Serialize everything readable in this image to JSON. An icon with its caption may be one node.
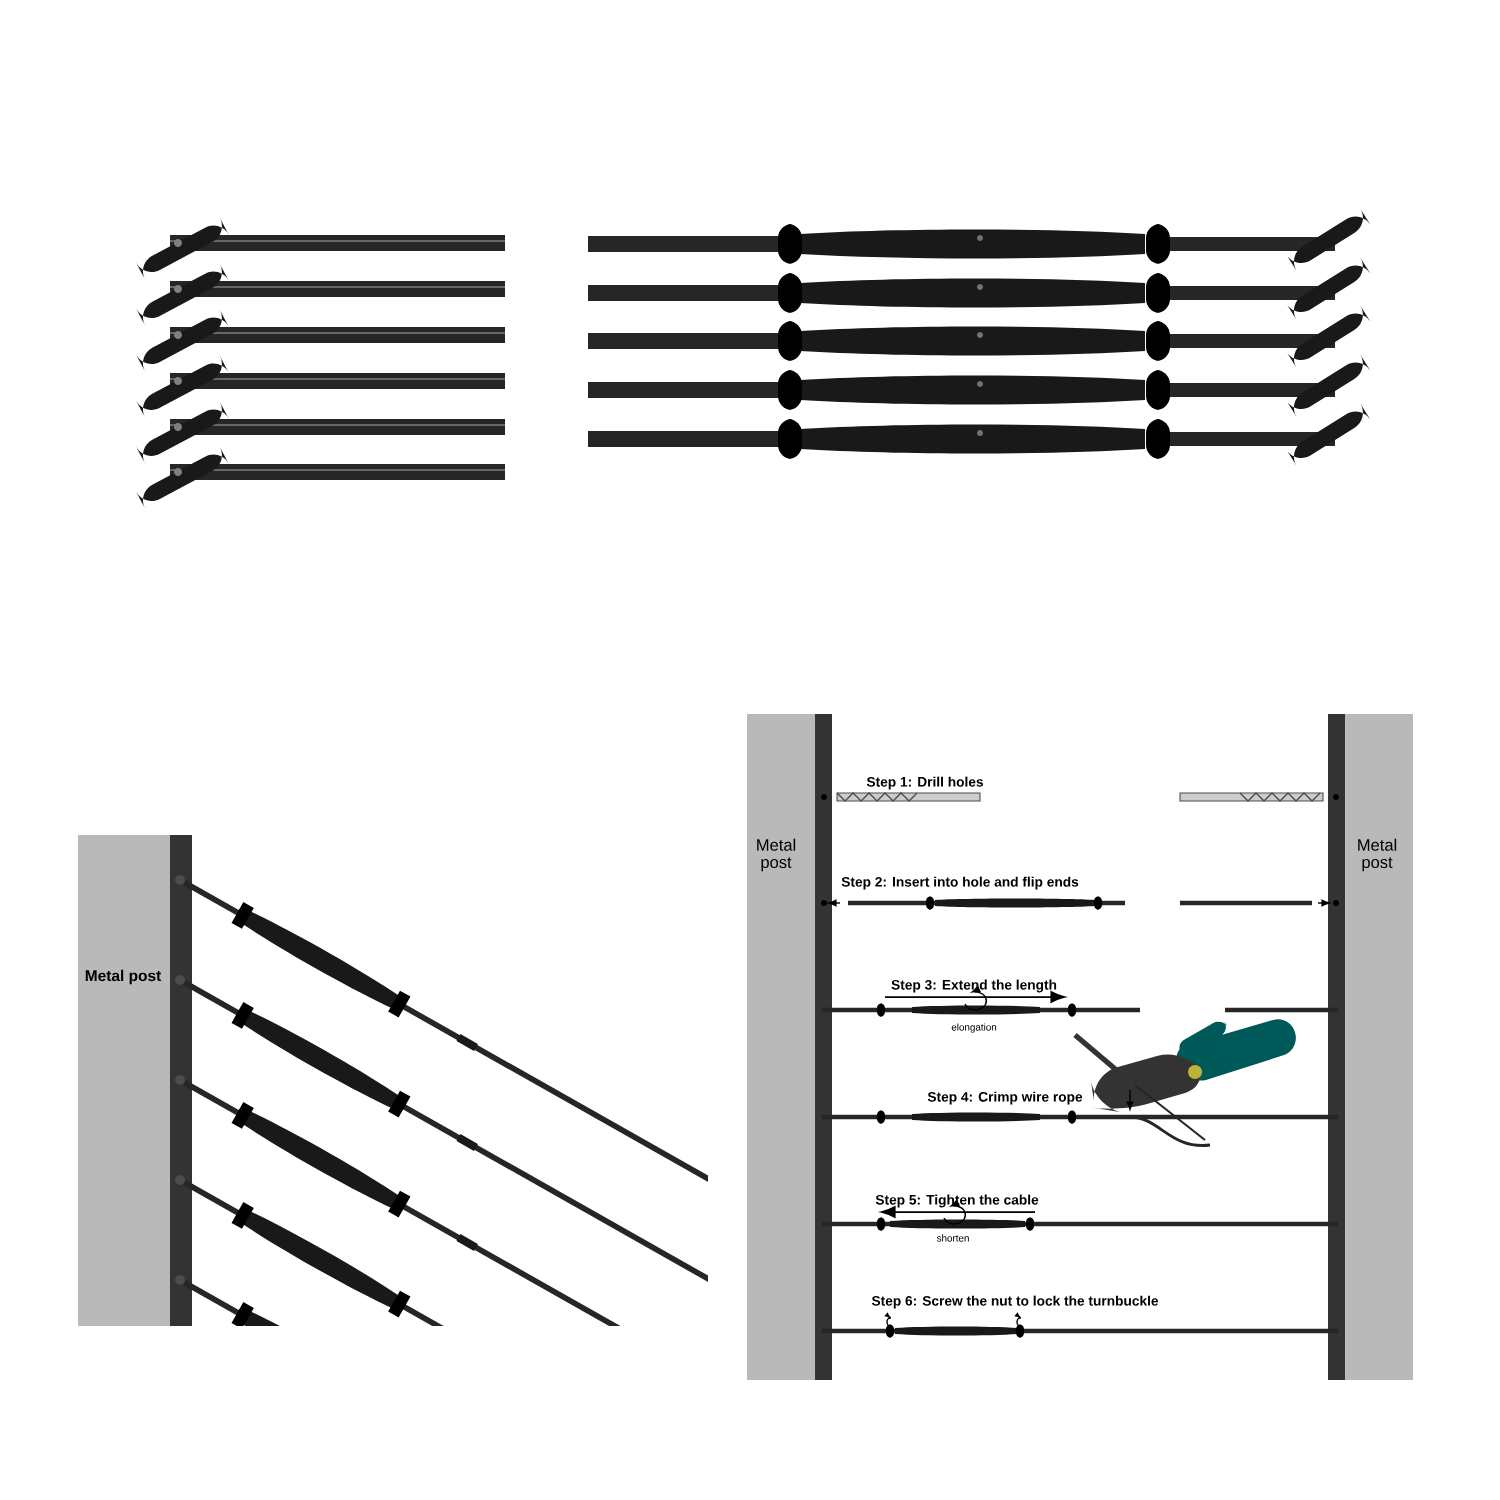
{
  "diagram": {
    "labels": [
      "Step 1: Drill holes",
      "Metal post",
      "Metal post",
      "Step 2: Insert into hole and flip ends",
      "Metal post",
      "Step 3: Extend the length",
      "elongation",
      "Step 4: Crimp wire rope",
      "Step 5: Tighten the cable",
      "shorten",
      "Step 6: Screw the nut to lock the turnbuckle"
    ]
  }
}
